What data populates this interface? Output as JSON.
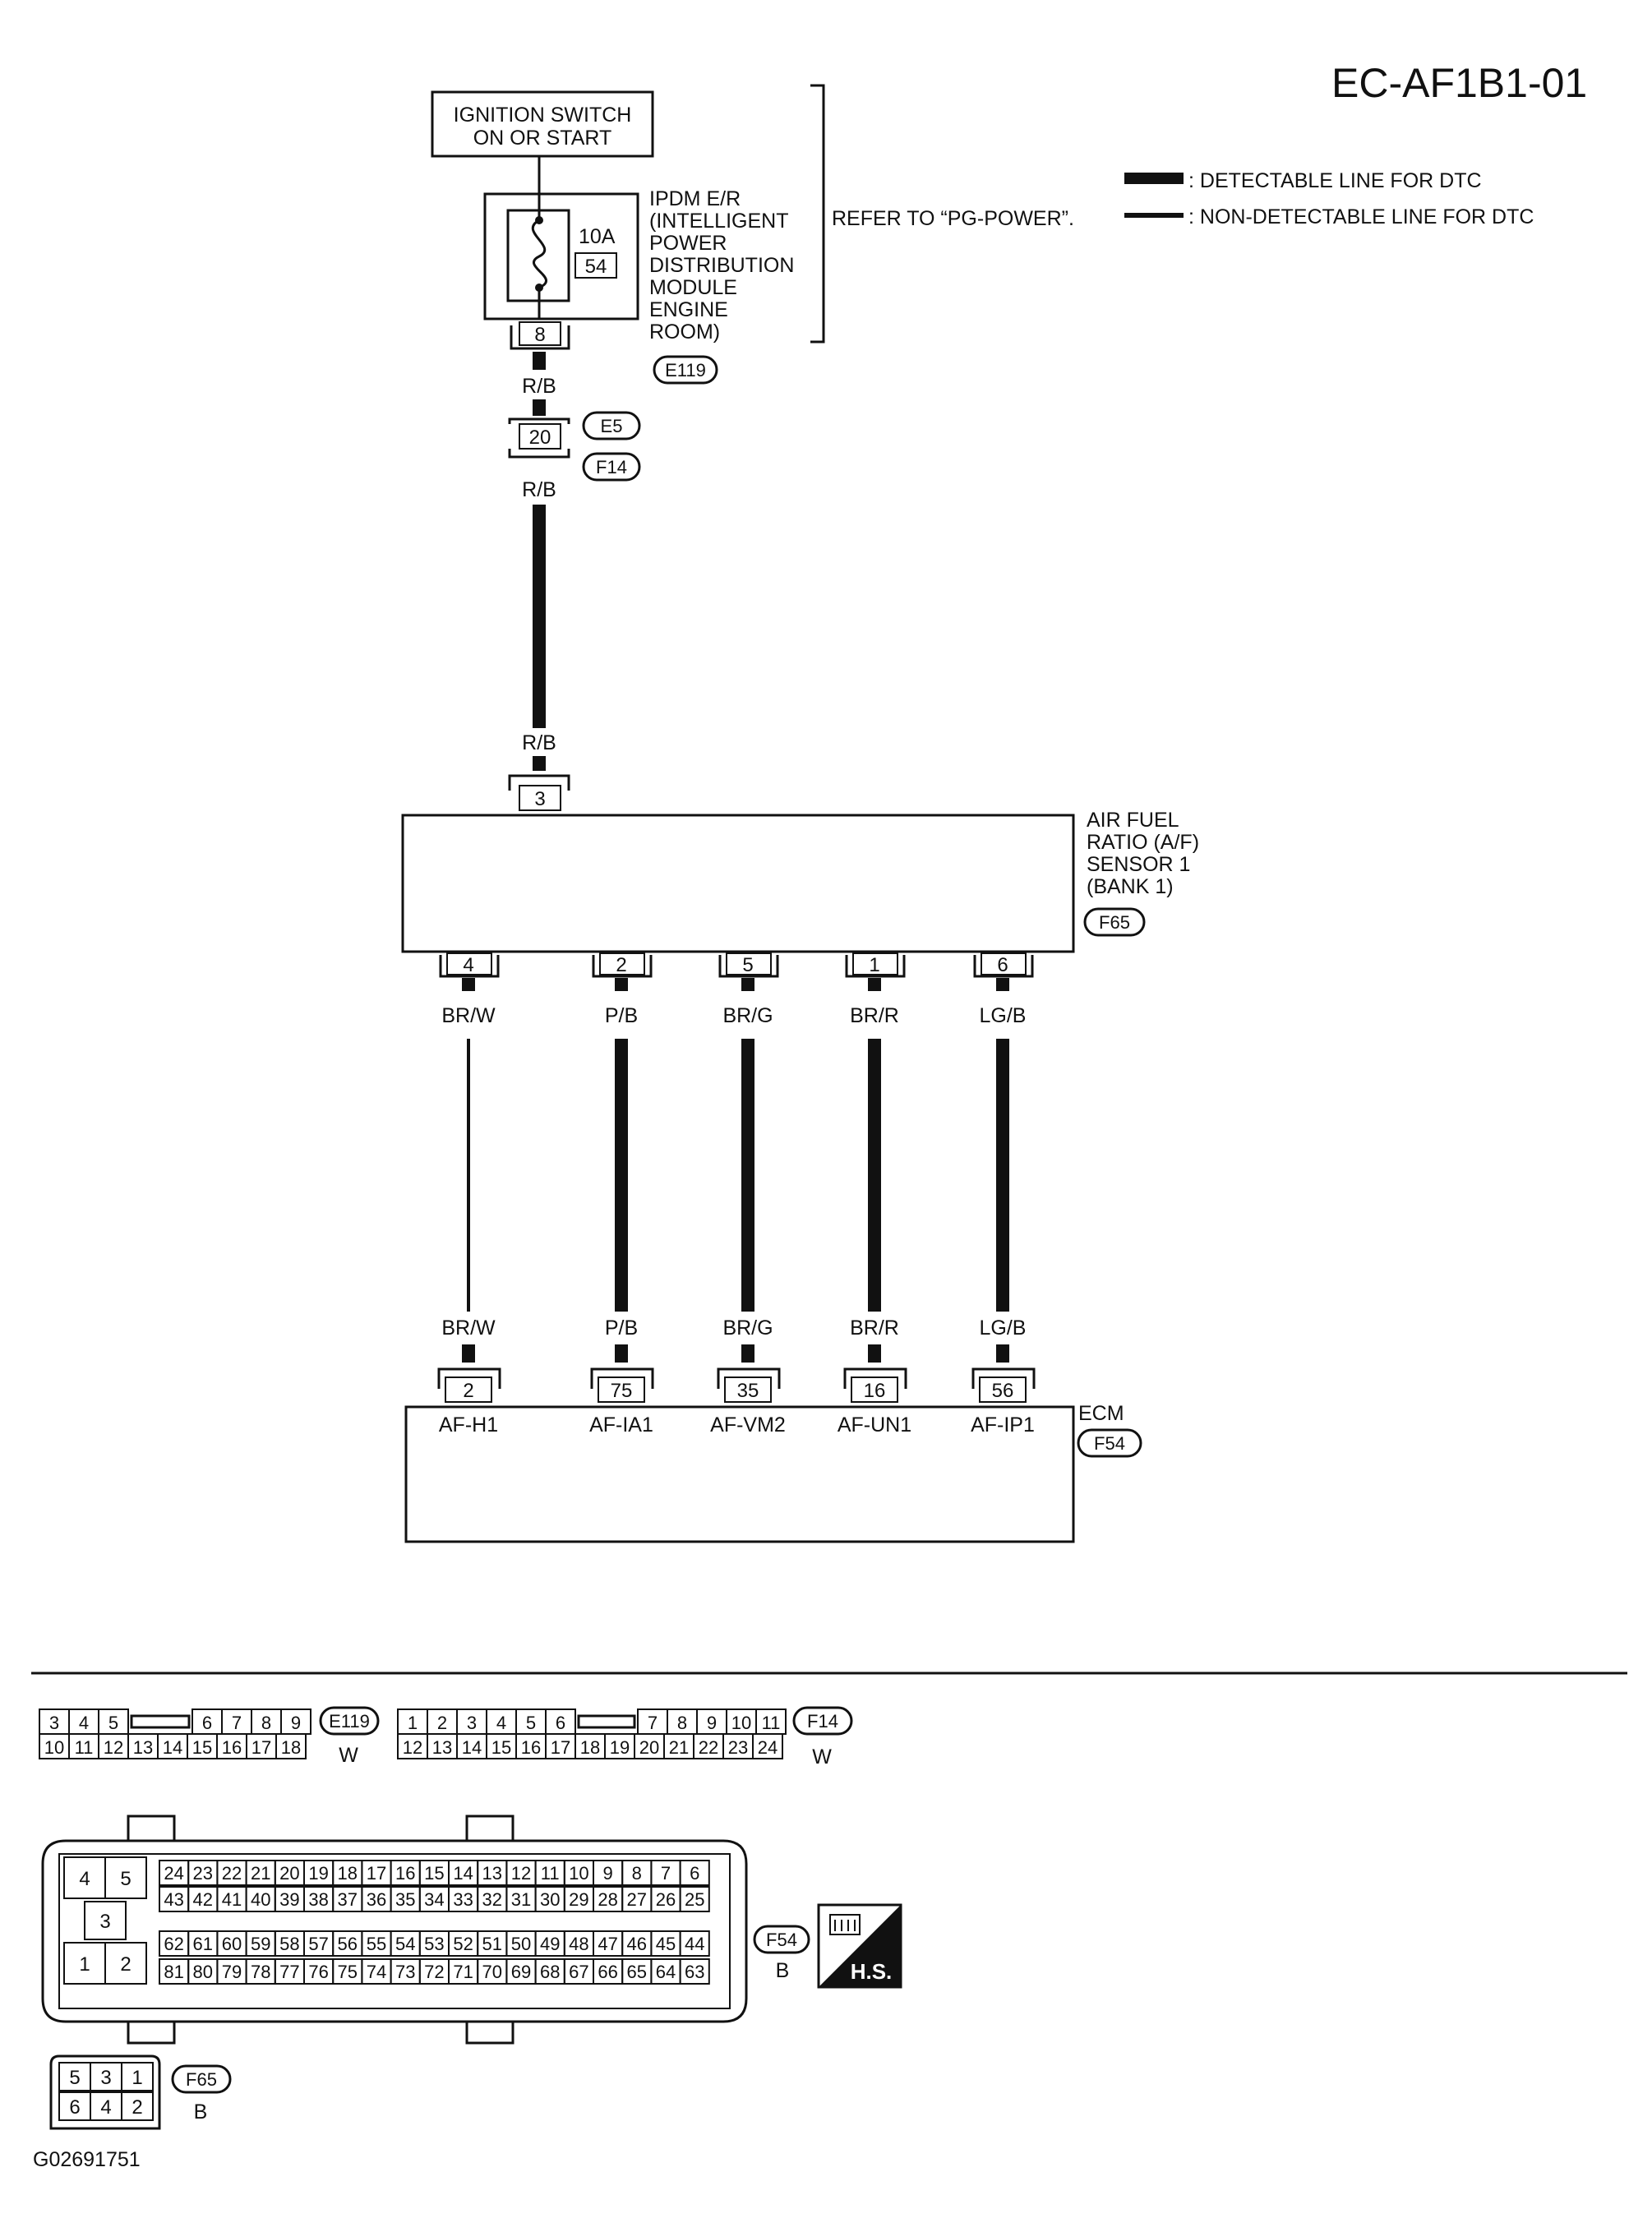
{
  "diagram_code": "EC-AF1B1-01",
  "figure_code": "G02691751",
  "legend": {
    "detectable": ": DETECTABLE LINE FOR DTC",
    "non_detectable": ": NON-DETECTABLE LINE FOR DTC"
  },
  "ignition": {
    "line1": "IGNITION SWITCH",
    "line2": "ON OR START"
  },
  "ipdm": {
    "lines": [
      "IPDM E/R",
      "(INTELLIGENT",
      "POWER",
      "DISTRIBUTION",
      "MODULE",
      "ENGINE",
      "ROOM)"
    ],
    "fuse_rating": "10A",
    "fuse_number": "54",
    "terminal": "8",
    "connector": "E119",
    "refer": "REFER TO “PG-POWER”."
  },
  "joint": {
    "terminal": "20",
    "connector_top": "E5",
    "connector_bottom": "F14"
  },
  "wire_rb": "R/B",
  "sensor": {
    "lines": [
      "AIR FUEL",
      "RATIO (A/F)",
      "SENSOR 1",
      "(BANK 1)"
    ],
    "connector": "F65",
    "top_terminal": "3",
    "pins": [
      {
        "terminal": "4",
        "wire": "BR/W",
        "ecm_terminal": "2",
        "signal": "AF-H1"
      },
      {
        "terminal": "2",
        "wire": "P/B",
        "ecm_terminal": "75",
        "signal": "AF-IA1"
      },
      {
        "terminal": "5",
        "wire": "BR/G",
        "ecm_terminal": "35",
        "signal": "AF-VM2"
      },
      {
        "terminal": "1",
        "wire": "BR/R",
        "ecm_terminal": "16",
        "signal": "AF-UN1"
      },
      {
        "terminal": "6",
        "wire": "LG/B",
        "ecm_terminal": "56",
        "signal": "AF-IP1"
      }
    ]
  },
  "ecm": {
    "label": "ECM",
    "connector": "F54"
  },
  "connectors": {
    "e119": {
      "name": "E119",
      "color": "W",
      "top": [
        "3",
        "4",
        "5",
        "",
        "6",
        "7",
        "8",
        "9"
      ],
      "bottom": [
        "10",
        "11",
        "12",
        "13",
        "14",
        "15",
        "16",
        "17",
        "18"
      ]
    },
    "f14": {
      "name": "F14",
      "color": "W",
      "top": [
        "1",
        "2",
        "3",
        "4",
        "5",
        "6",
        "",
        "7",
        "8",
        "9",
        "10",
        "11"
      ],
      "bottom": [
        "12",
        "13",
        "14",
        "15",
        "16",
        "17",
        "18",
        "19",
        "20",
        "21",
        "22",
        "23",
        "24"
      ]
    },
    "f54": {
      "name": "F54",
      "color": "B",
      "power_pins": [
        "4",
        "5",
        "3",
        "1",
        "2"
      ],
      "rows": [
        [
          "24",
          "23",
          "22",
          "21",
          "20",
          "19",
          "18",
          "17",
          "16",
          "15",
          "14",
          "13",
          "12",
          "11",
          "10",
          "9",
          "8",
          "7",
          "6"
        ],
        [
          "43",
          "42",
          "41",
          "40",
          "39",
          "38",
          "37",
          "36",
          "35",
          "34",
          "33",
          "32",
          "31",
          "30",
          "29",
          "28",
          "27",
          "26",
          "25"
        ],
        [
          "62",
          "61",
          "60",
          "59",
          "58",
          "57",
          "56",
          "55",
          "54",
          "53",
          "52",
          "51",
          "50",
          "49",
          "48",
          "47",
          "46",
          "45",
          "44"
        ],
        [
          "81",
          "80",
          "79",
          "78",
          "77",
          "76",
          "75",
          "74",
          "73",
          "72",
          "71",
          "70",
          "69",
          "68",
          "67",
          "66",
          "65",
          "64",
          "63"
        ]
      ]
    },
    "f65": {
      "name": "F65",
      "color": "B",
      "top": [
        "5",
        "3",
        "1"
      ],
      "bottom": [
        "6",
        "4",
        "2"
      ]
    }
  },
  "hs_badge": "H.S."
}
